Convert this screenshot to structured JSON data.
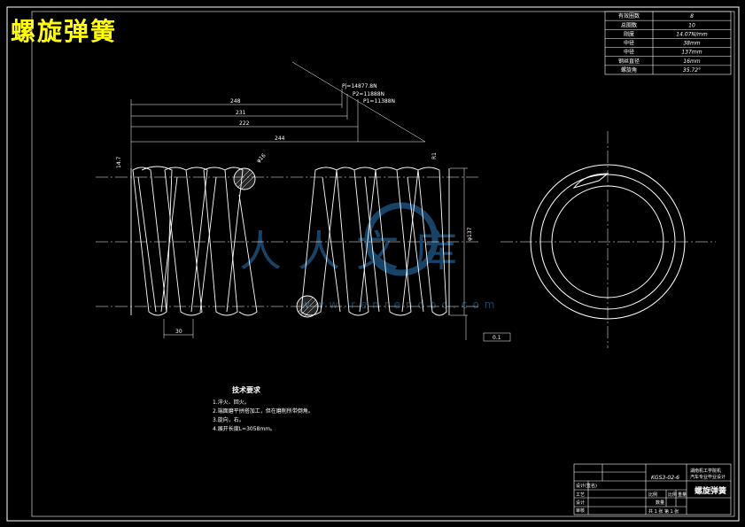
{
  "drawing_title": "螺旋弹簧",
  "spec_table": [
    {
      "label": "有效圈数",
      "value": "8"
    },
    {
      "label": "总圈数",
      "value": "10"
    },
    {
      "label": "刚度",
      "value": "14.07N/mm"
    },
    {
      "label": "中径",
      "value": "38mm"
    },
    {
      "label": "中径",
      "value": "137mm"
    },
    {
      "label": "钢丝直径",
      "value": "16mm"
    },
    {
      "label": "螺旋角",
      "value": "35.72°"
    }
  ],
  "dimensions": {
    "p_max": "Pj=14877.8N",
    "p2": "P2=11888N",
    "p1": "P1=11388N",
    "h248": "248",
    "h231": "231",
    "h222": "222",
    "h244": "244",
    "wire": "φ16",
    "pitch": "30",
    "end_left": "14.7",
    "end_right": "R1",
    "od_tol": "φ137",
    "tol_box": "0.1"
  },
  "notes": {
    "heading": "技术要求",
    "items": [
      "1.淬火、回火。",
      "2.端面磨平拼搭加工，但在磨削所带倒角。",
      "3.旋向，右。",
      "4.展开长度L=3058mm。"
    ]
  },
  "title_block": {
    "drawing_no": "KGS3-02-6",
    "school_line1": "湖南机工学院机",
    "school_line2": "汽车专业毕业设计",
    "part_name": "螺旋弹簧",
    "scale_label": "比例",
    "weight_label": "重量",
    "qty_label": "数量",
    "sheet_text": "共 1 张  第 1 张",
    "designer_label": "设计",
    "checker_label": "审核",
    "process_label": "工艺",
    "material_label": "比例",
    "designed_label": "设计(签名)"
  },
  "watermark": {
    "text": "人人文库",
    "url": "www.renrendoc.com"
  },
  "colors": {
    "background": "#000000",
    "lines": "#ffffff",
    "title": "#ffff00",
    "watermark": "#1e5a8a"
  }
}
